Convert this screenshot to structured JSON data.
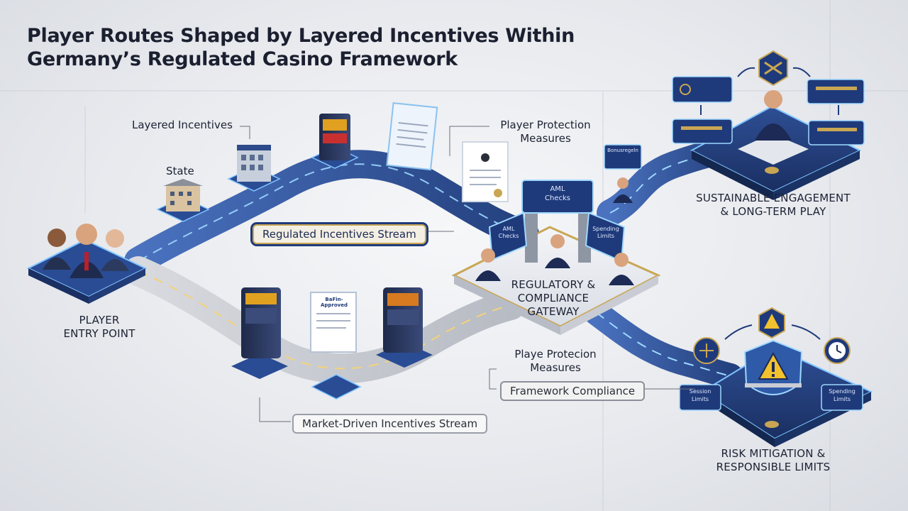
{
  "title_line1": "Player Routes Shaped by Layered Incentives Within",
  "title_line2": "Germany’s Regulated Casino Framework",
  "labels": {
    "layered_incentives": "Layered Incentives",
    "state": "State",
    "player_protection_line1": "Player Protection",
    "player_protection_line2": "Measures",
    "player_entry_line1": "PLAYER",
    "player_entry_line2": "ENTRY POINT",
    "gateway_line1": "REGULATORY &",
    "gateway_line2": "COMPLIANCE",
    "gateway_line3": "GATEWAY",
    "sustainable_line1": "SUSTAINABLE ENGAGEMENT",
    "sustainable_line2": "& LONG-TERM PLAY",
    "playe_protecion_line1": "Playe Protecion",
    "playe_protecion_line2": "Measures",
    "risk_line1": "RISK MITIGATION &",
    "risk_line2": "RESPONSIBLE LIMITS"
  },
  "pills": {
    "regulated_stream": "Regulated Incentives Stream",
    "framework_compliance": "Framework Compliance",
    "market_stream": "Market-Driven Incentives Stream"
  },
  "signs": {
    "gateway_sign_line1": "AML",
    "gateway_sign_line2": "Checks",
    "left_panel_line1": "AML",
    "left_panel_line2": "Checks",
    "right_panel_line1": "Spending",
    "right_panel_line2": "Limits",
    "card_approved": "BaFin-Approved",
    "small_sign": "Bonusregeln",
    "risk_left_line1": "Session",
    "risk_left_line2": "Limits",
    "risk_right_line1": "Spending",
    "risk_right_line2": "Limits"
  },
  "icons": {
    "top_hex": "scales-icon",
    "risk_hex": "warning-icon",
    "risk_left_circle": "scales-icon",
    "risk_right_circle": "clock-icon",
    "risk_shield": "shield-warning-icon"
  },
  "colors": {
    "navy": "#1f3a7a",
    "blue_road": "#3a5ea8",
    "gold": "#c9a653",
    "grey_road": "#c4c7cd",
    "glow": "#9fd8ff"
  }
}
